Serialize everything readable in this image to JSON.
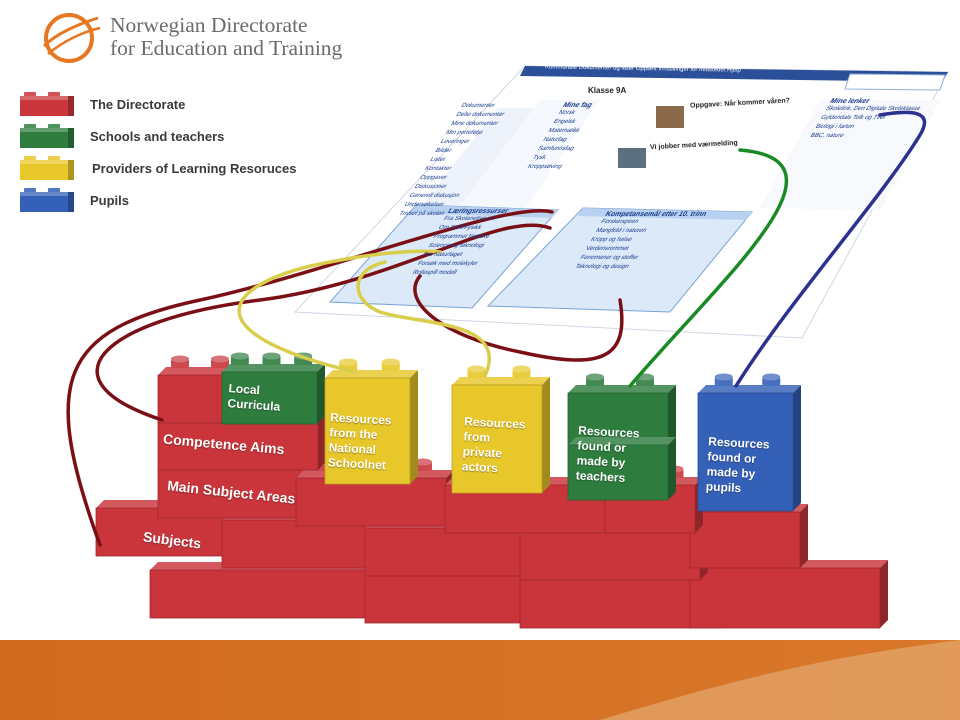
{
  "header": {
    "org_line1": "Norwegian Directorate",
    "org_line2": "for Education and Training"
  },
  "legend": [
    {
      "label": "The Directorate",
      "color": "#c9353b"
    },
    {
      "label": "Schools and teachers",
      "color": "#2e7d3f"
    },
    {
      "label": "Providers of Learning Resoruces",
      "color": "#e8c72a"
    },
    {
      "label": "Pupils",
      "color": "#3560b8"
    }
  ],
  "bricks": {
    "subjects": "Subjects",
    "main_subject_areas": "Main Subject Areas",
    "competence_aims": "Competence Aims",
    "local_curricula_1": "Local",
    "local_curricula_2": "Curricula",
    "national_1": "Resources",
    "national_2": "from the",
    "national_3": "National",
    "national_4": "Schoolnet",
    "private_1": "Resources",
    "private_2": "from",
    "private_3": "private",
    "private_4": "actors",
    "teachers_1": "Resources",
    "teachers_2": "found or",
    "teachers_3": "made by",
    "teachers_4": "teachers",
    "pupils_1": "Resources",
    "pupils_2": "found or",
    "pupils_3": "made by",
    "pupils_4": "pupils"
  },
  "portal": {
    "menu": "Kommunale  Dokumenter og lister  Oppsett  Innstillinger for nettstedet  Hjelp",
    "school": "Klasse 9A",
    "sidebar": [
      "Dokumenter",
      "Delte dokumenter",
      "Mine dokumenter",
      "Min portefølje",
      "Leveringer",
      "Bilder",
      "Lister",
      "Kontakter",
      "Oppgaver",
      "Diskusjoner",
      "Generell diskusjon",
      "Undersøkelser",
      "Trivsel på skolen"
    ],
    "subjects_head": "Mine fag",
    "subjects": [
      "Norsk",
      "Engelsk",
      "Matematikk",
      "Naturfag",
      "Samfunnsfag",
      "Tysk",
      "Kroppsøving"
    ],
    "news_head": "Oppgave: Når kommer våren?",
    "news2": "Vi jobber med værmelding",
    "links_head": "Mine lenker",
    "links": [
      "Skolelink, Den Digitale Skoleklasse",
      "Gyldendals Tolk og Tver",
      "Biologi i farten",
      "BBC, nature"
    ],
    "learning_head": "Læringsressurser",
    "learning": [
      "Fra Skolenettet.no:",
      "Om Stoff/Fysikk",
      "Programmet Nettuke",
      "Science og teknologi",
      "Fra Naturfaget",
      "Forsøk med molekyler",
      "Rollespill modell"
    ],
    "competence_head": "Kompetansemål etter 10. trinn",
    "competence": [
      "Forskerspiren",
      "Mangfold i naturen",
      "Kropp og helse",
      "Verdensrommet",
      "Fenomener og stoffer",
      "Teknologi og design"
    ]
  }
}
